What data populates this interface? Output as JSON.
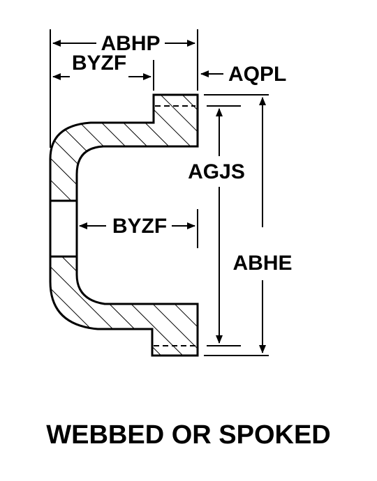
{
  "diagram": {
    "labels": {
      "abhp": "ABHP",
      "byzf_top": "BYZF",
      "aqpl": "AQPL",
      "agjs": "AGJS",
      "byzf_inner": "BYZF",
      "abhe": "ABHE"
    },
    "caption": "WEBBED OR SPOKED",
    "colors": {
      "line": "#000000",
      "background": "#ffffff"
    }
  }
}
